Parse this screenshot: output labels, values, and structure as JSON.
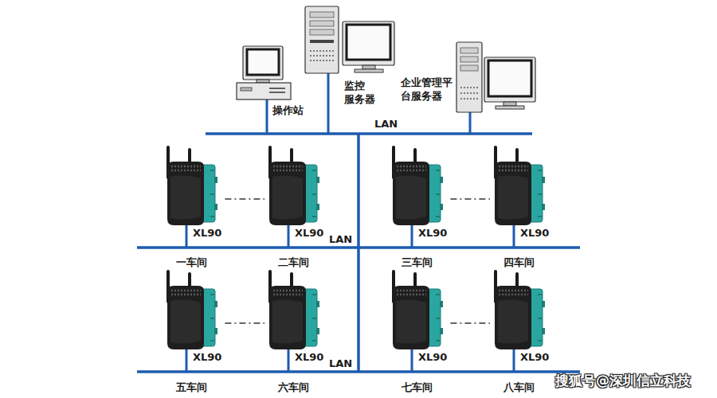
{
  "diagram": {
    "nodes": [
      {
        "text": [
          "操作站"
        ]
      },
      {
        "text": [
          "监控 服务器"
        ]
      },
      {
        "text": [
          "企业管理平 台服务器"
        ]
      },
      {
        "text": [
          "XL90"
        ]
      },
      {
        "text": [
          "XL90"
        ]
      },
      {
        "text": [
          "XL90"
        ]
      },
      {
        "text": [
          "XL90"
        ]
      },
      {
        "text": [
          "XL90"
        ]
      },
      {
        "text": [
          "XL90"
        ]
      },
      {
        "text": [
          "XL90"
        ]
      },
      {
        "text": [
          "XL90"
        ]
      }
    ],
    "edges": [
      {
        "from": 3,
        "to": 4,
        "arrow": "none"
      },
      {
        "from": 5,
        "to": 6,
        "arrow": "none"
      },
      {
        "from": 7,
        "to": 8,
        "arrow": "none"
      },
      {
        "from": 9,
        "to": 10,
        "arrow": "none"
      }
    ],
    "labels": [
      "LAN",
      "LAN",
      "一车间",
      "二车间",
      "三车间",
      "四车间",
      "LAN",
      "五车间",
      "六车间",
      "七车间",
      "八车间",
      "搜狐号@深圳信立科技"
    ]
  }
}
